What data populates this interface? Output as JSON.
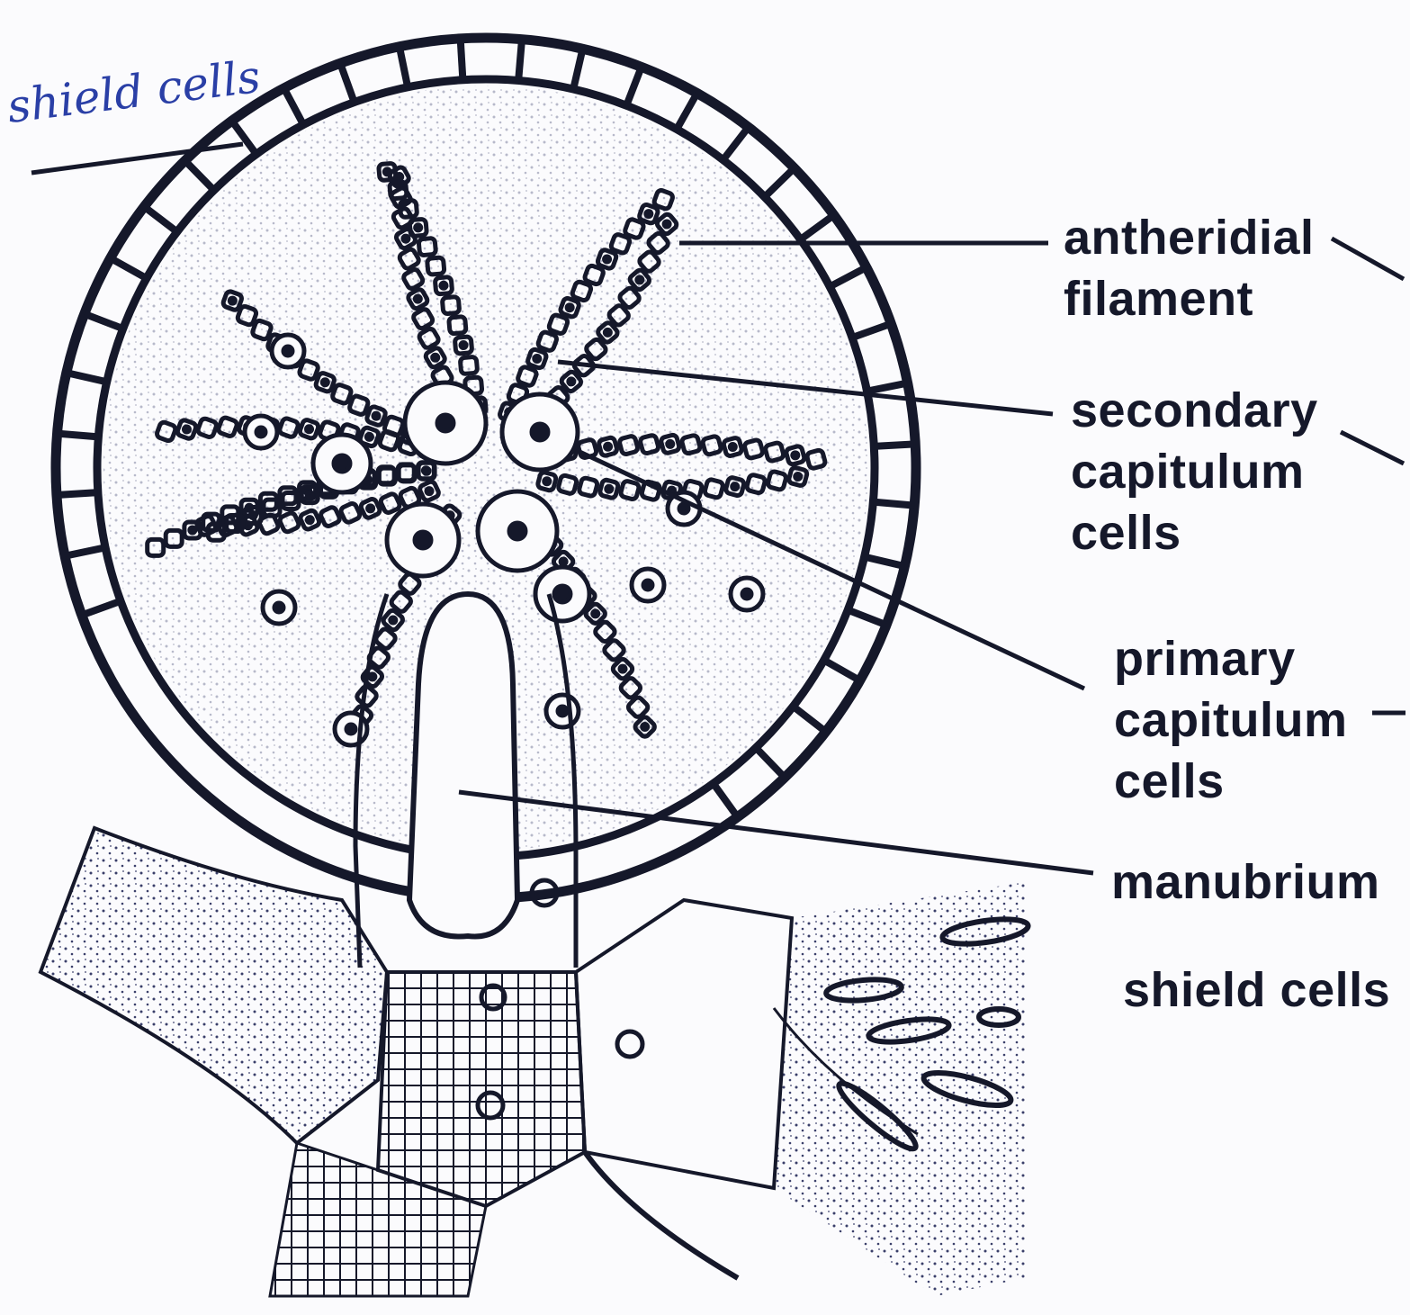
{
  "handwritten_note": "shield cells",
  "labels": {
    "antheridial_filament": [
      "antheridial",
      "filament"
    ],
    "secondary_capitulum_cells": [
      "secondary",
      "capitulum",
      "cells"
    ],
    "primary_capitulum_cells": [
      "primary",
      "capitulum",
      "cells"
    ],
    "manubrium": "manubrium",
    "shield_cells": "shield cells"
  },
  "colors": {
    "ink": "#15182a",
    "pen": "#2a3fa6",
    "stipple": "#3a3f6a",
    "paper": "#fbfbfd"
  }
}
